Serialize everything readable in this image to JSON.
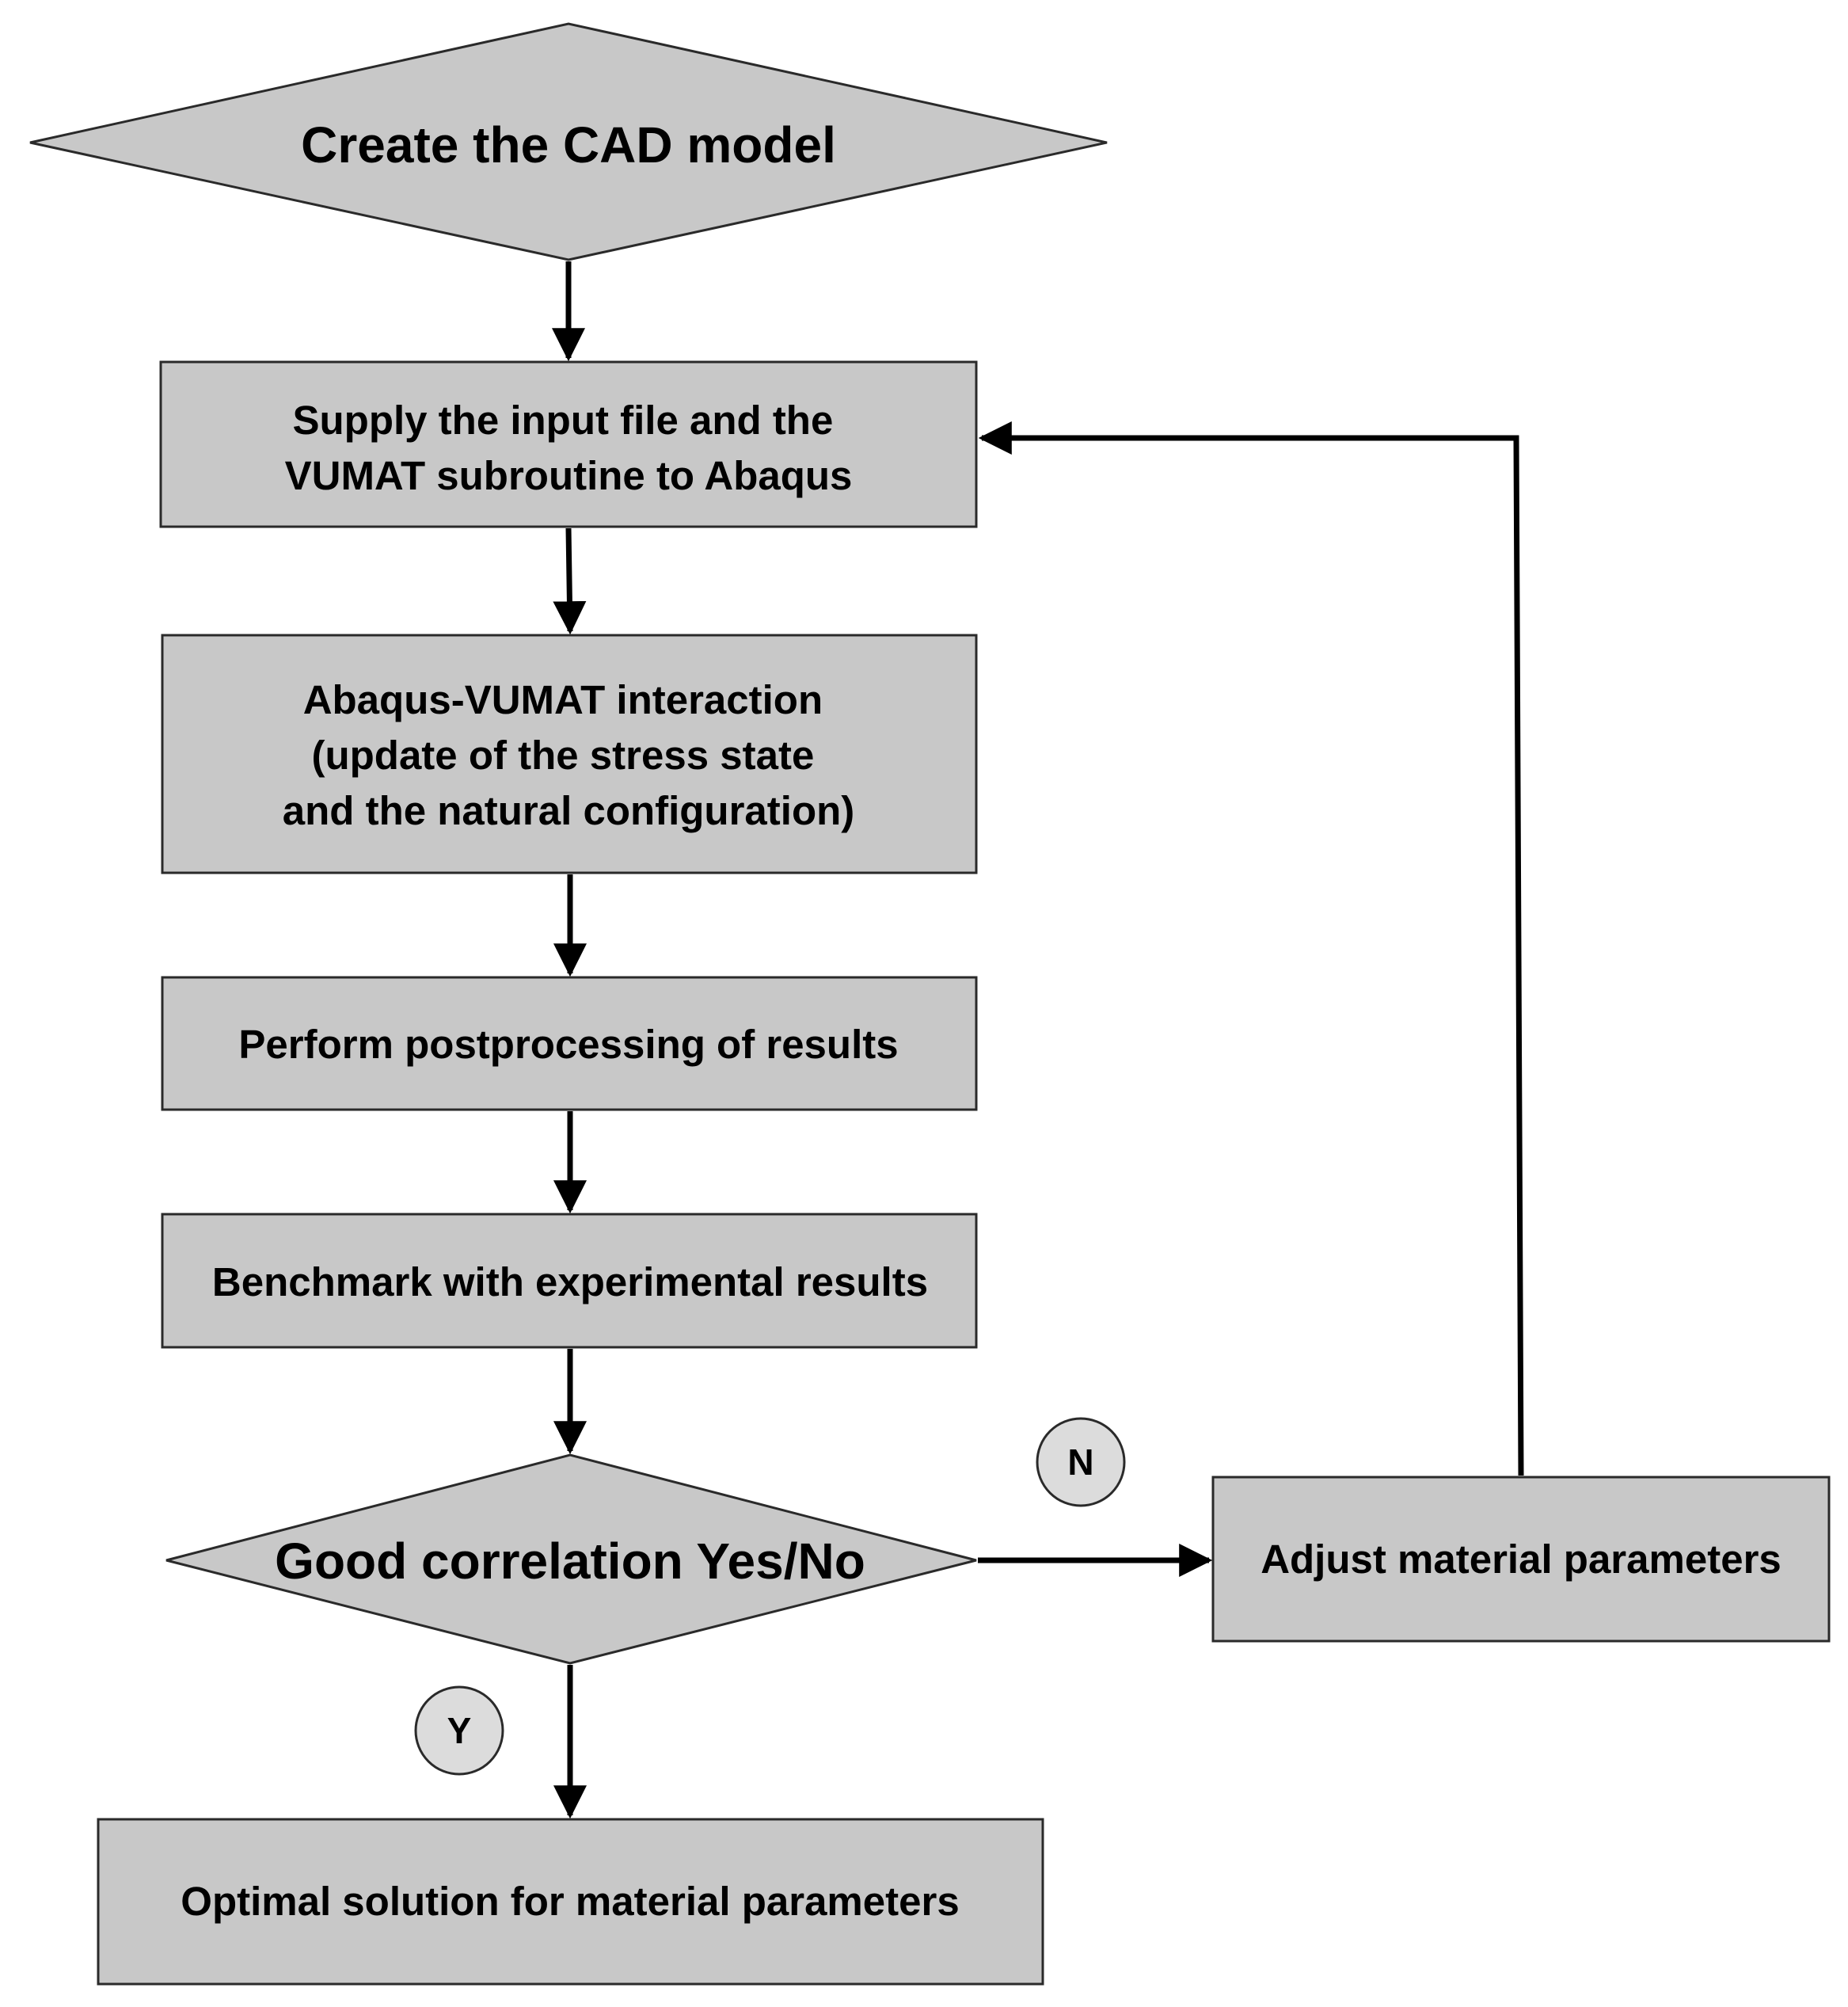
{
  "nodes": {
    "start": {
      "text": "Create the CAD model"
    },
    "supply": {
      "lines": [
        "Supply the input file and the",
        "VUMAT subroutine to Abaqus"
      ]
    },
    "interaction": {
      "lines": [
        "Abaqus-VUMAT interaction",
        "(update of the stress state",
        "and the natural configuration)"
      ]
    },
    "postprocess": {
      "text": "Perform postprocessing of results"
    },
    "benchmark": {
      "text": "Benchmark with experimental results"
    },
    "decision": {
      "text": "Good correlation Yes/No"
    },
    "adjust": {
      "text": "Adjust material parameters"
    },
    "optimal": {
      "text": "Optimal solution for material parameters"
    }
  },
  "branches": {
    "no": "N",
    "yes": "Y"
  }
}
